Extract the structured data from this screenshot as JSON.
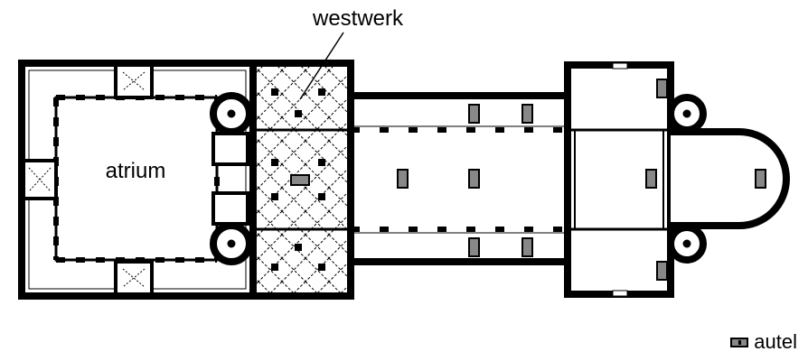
{
  "labels": {
    "westwerk": "westwerk",
    "atrium": "atrium"
  },
  "legend": {
    "altar_label": "autel"
  },
  "colors": {
    "wall": "#000000",
    "altar": "#888888",
    "background": "#ffffff"
  }
}
